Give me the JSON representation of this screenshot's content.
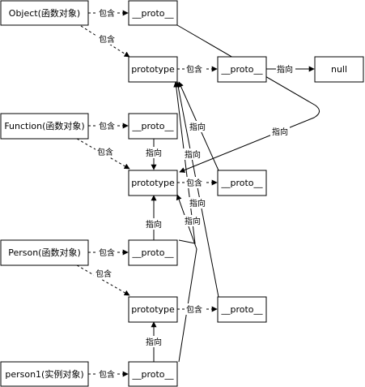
{
  "nodes": {
    "object_fn": "Object(函数对象)",
    "object_fn_proto": "__proto__",
    "object_prototype": "prototype",
    "object_prototype_proto": "__proto__",
    "null_node": "null",
    "function_fn": "Function(函数对象)",
    "function_fn_proto": "__proto__",
    "function_prototype": "prototype",
    "function_prototype_proto": "__proto__",
    "person_fn": "Person(函数对象)",
    "person_fn_proto": "__proto__",
    "person_prototype": "prototype",
    "person_prototype_proto": "__proto__",
    "person1": "person1(实例对象)",
    "person1_proto": "__proto__"
  },
  "edge_labels": {
    "contains": "包含",
    "points_to": "指向"
  }
}
